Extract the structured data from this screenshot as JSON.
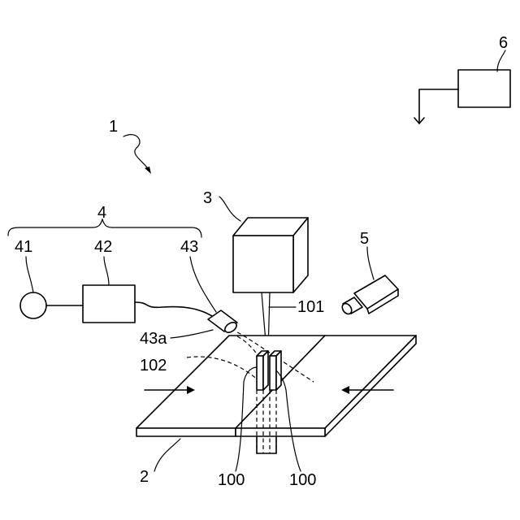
{
  "labels": {
    "l1": "1",
    "l2": "2",
    "l3": "3",
    "l4": "4",
    "l41": "41",
    "l42": "42",
    "l43": "43",
    "l43a": "43a",
    "l5": "5",
    "l6": "6",
    "l100a": "100",
    "l100b": "100",
    "l101": "101",
    "l102": "102"
  },
  "components": {
    "system": "1",
    "workpiece": "2",
    "laser_head": "3",
    "gas_supply_unit": "4",
    "gas_source": "41",
    "regulator": "42",
    "nozzle": "43",
    "nozzle_tip": "43a",
    "camera": "5",
    "controller": "6",
    "weld_beads": "100",
    "laser_beam": "101",
    "shield_gas": "102"
  }
}
